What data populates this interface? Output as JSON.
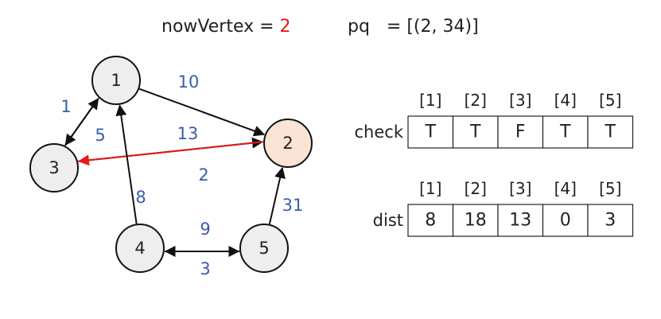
{
  "header": {
    "now_vertex_label": "nowVertex = ",
    "now_vertex_value": "2",
    "pq_text": "pq   = [(2, 34)]"
  },
  "graph": {
    "nodes": [
      {
        "id": "1",
        "label": "1",
        "highlight": false
      },
      {
        "id": "2",
        "label": "2",
        "highlight": true
      },
      {
        "id": "3",
        "label": "3",
        "highlight": false
      },
      {
        "id": "4",
        "label": "4",
        "highlight": false
      },
      {
        "id": "5",
        "label": "5",
        "highlight": false
      }
    ],
    "edges": [
      {
        "from": "1",
        "to": "2",
        "weight": "10",
        "highlight": false
      },
      {
        "from": "3",
        "to": "1",
        "weight": "1",
        "highlight": false
      },
      {
        "from": "1",
        "to": "3",
        "weight": "5",
        "highlight": false
      },
      {
        "from": "3",
        "to": "2",
        "weight": "13",
        "highlight": false
      },
      {
        "from": "2",
        "to": "3",
        "weight": "2",
        "highlight": true
      },
      {
        "from": "4",
        "to": "1",
        "weight": "8",
        "highlight": false
      },
      {
        "from": "5",
        "to": "2",
        "weight": "31",
        "highlight": false
      },
      {
        "from": "5",
        "to": "4",
        "weight": "9",
        "highlight": false
      },
      {
        "from": "4",
        "to": "5",
        "weight": "3",
        "highlight": false
      }
    ]
  },
  "check": {
    "label": "check",
    "indices": [
      "[1]",
      "[2]",
      "[3]",
      "[4]",
      "[5]"
    ],
    "values": [
      "T",
      "T",
      "F",
      "T",
      "T"
    ],
    "highlight_index": 1
  },
  "dist": {
    "label": "dist",
    "indices": [
      "[1]",
      "[2]",
      "[3]",
      "[4]",
      "[5]"
    ],
    "values": [
      "8",
      "18",
      "13",
      "0",
      "3"
    ]
  },
  "colors": {
    "highlight": "#e8181b",
    "weight": "#3a5ea8",
    "node_fill": "#eeeeee",
    "node_highlight_fill": "#fbe3d5",
    "stroke": "#222222"
  }
}
